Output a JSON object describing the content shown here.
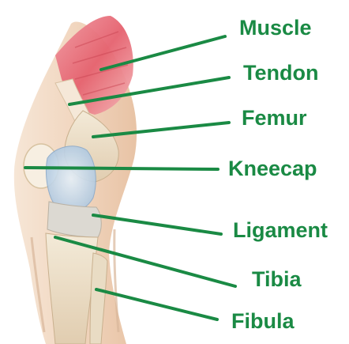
{
  "diagram": {
    "label_color": "#1a8a44",
    "leader_color": "#1a8a44",
    "labels": [
      {
        "id": "muscle",
        "text": "Muscle"
      },
      {
        "id": "tendon",
        "text": "Tendon"
      },
      {
        "id": "femur",
        "text": "Femur"
      },
      {
        "id": "kneecap",
        "text": "Kneecap"
      },
      {
        "id": "ligament",
        "text": "Ligament"
      },
      {
        "id": "tibia",
        "text": "Tibia"
      },
      {
        "id": "fibula",
        "text": "Fibula"
      }
    ],
    "colors": {
      "muscle": "#e5616e",
      "skin": "#f3d9c4",
      "bone": "#efe4cf",
      "cartilage": "#c9dcee",
      "shadow": "#d9b69a"
    }
  }
}
